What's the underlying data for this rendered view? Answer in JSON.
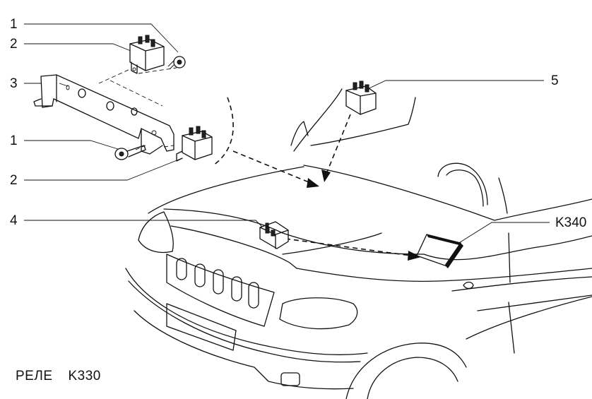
{
  "callouts": {
    "c1_top": "1",
    "c2_top": "2",
    "c3": "3",
    "c1_mid": "1",
    "c2_mid": "2",
    "c4": "4",
    "c5": "5",
    "k340": "K340"
  },
  "caption": {
    "title": "РЕЛЕ",
    "code": "K330"
  },
  "icons": [
    "relay-icon",
    "nut-icon",
    "mounting-bracket",
    "vehicle-front-view",
    "relay-box"
  ]
}
